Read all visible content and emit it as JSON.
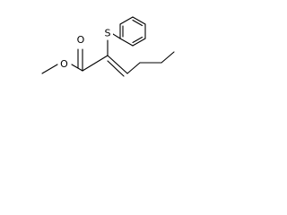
{
  "molecule": {
    "atoms": {
      "carbonyl_oxygen": "O",
      "ester_oxygen": "O",
      "sulfur": "S"
    }
  }
}
